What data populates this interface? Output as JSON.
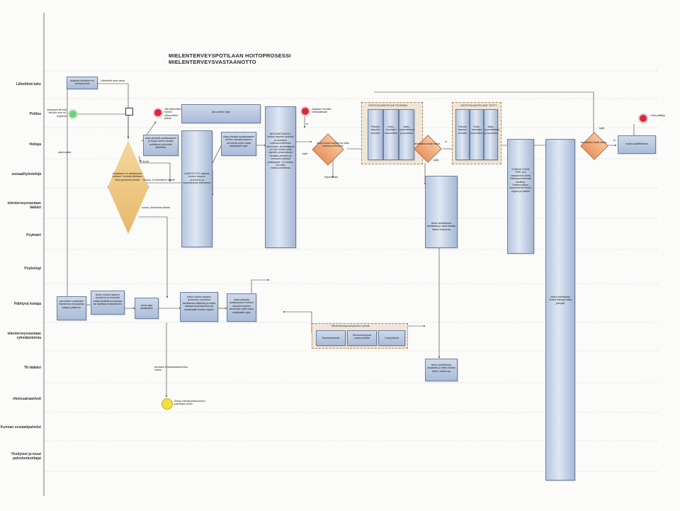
{
  "diagram": {
    "title_line1": "MIELENTERVEYSPOTILAAN HOITOPROSESSI",
    "title_line2": "MIELENTERVEYSVASTAANOTTO",
    "lanes": [
      "Lähettävä taho",
      "Potilas",
      "Hoitaja",
      "Sosiaalityöntekijä",
      "Mielenterveysvastaanoton lääkäri",
      "Psykiatri",
      "Psykologi",
      "Päihtyvä hoitaja",
      "Mielenterveysvastaanoton ryhmätoiminta",
      "TK-lääkäri",
      "Erikoissairaanhoito",
      "Kunnan sosiaalipalvelut",
      "Yksityiset ja muut palveluntuottajat"
    ],
    "lane_labels_visible": [
      "Lähettävä taho",
      "Potilas",
      "Hoitaja",
      "sosiaalityöntekijä",
      "ielenterveysvastaan lääkäri",
      "Psykiatri",
      "Psykologi",
      "Päihtyvä hoitaja",
      "ielenterveysvastaan ryhmätoiminta",
      "TK-lääkäri",
      "rikoissairaanhoit",
      "Kunnan sosiaalipalvelut",
      "Yksityiset ja muut palveluntuottajat"
    ],
    "nodes": {
      "referral_box": "kirjoittaa lähetteen mt vastaanotolle",
      "referral_sent": "Lähetteitä tulee ainas",
      "patient_contact": "asiakas/a ait tulla tai jolla muu mt-ongelma",
      "nurse_note": "aika/muista",
      "decision_main": "Asiakkaan mt-vastaanoton kohteen? Arvioita lähtöisen kuka prosessin johtaa",
      "dec_yes": "ei kuulu",
      "dec_kuuluu": "Kuuluu, ei-kiireellinen lähete",
      "dec_kiireellinen": "kuuluu, kiireellinen lähete",
      "end_patient_top": "Jää säännöllinen hoidon ulkopuolelle, jatkaa",
      "nurse_contact_box": "ottaa yhteyttä asiakkaaseen ja kirjaa hänet odottaa puhelimen palvelulle lähettävä",
      "patient_appointment": "saa varatun ajan",
      "lahetetyo": "LÄHETETYÖ: asiakas hoidon tarpeen arvioinnin ja suunnitelman tekeminen",
      "nurse_call_box": "ottaa yhteyttä asiakkaaseen tehden samalla tarpeen arvioinnin sekä varaa asiakkaalle ajan",
      "arviointi_box": "ARVIOINTIJAKSO: hoidon tarpeen arviointi ja alustava hoitosuunnitelman tekeminen. Arviointijakso on noin kolme-neljä käyntiä, jonka aikana tehdään perheen ja verkoston kanssa yhteistyötä. 1-5 kertaa. Arvioida hoitosuunnitelma",
      "decision_arviointi": "arvioi hoidon tarpeet ja ottaa hoitosuunnitelman",
      "end_arviointi": "ohjataan muualle hoitopaikkaan",
      "ei_label": "ei",
      "kylla_label": "kyllä",
      "decision_treatment": "tarvitaanko tutkimusta ja hoitoa seurantaa",
      "ryhmahoito": "Ryhmähoito",
      "hoito_group1_title": "HOITOSUUNNITELMA TEHDÄÄN",
      "hoito_group1": [
        "Palvelu tarpeen arviointi",
        "Hoito-muotojen suunnittelu",
        "Jatko-suunnitelman ja seuranta"
      ],
      "decision_more": "tarvitaanko lisää hoitoa",
      "hoito_group2_title": "HOITOSUUNNITELMAT TEHTY",
      "hoito_group2": [
        "Palvelu tarpeen arviointi",
        "Hoito-muotojen suunnittelu",
        "Jatko-suunnitelman ja seuranta"
      ],
      "decision_end": "tarvitaanko lisää hoitoa",
      "konsultointi": "KONSULTOIVA TIIMI: (mt-vastaanoton tiimi) Hoitosuunnitelman käsittely, Palveluohjaus, kuntouttavat toimet, ohjaus ja päätös",
      "end_right": "Hoito päättyy",
      "end_right_box": "hoidon päättäminen",
      "psyk_box": "tekee tarvittaessa asiakasta ja ottaa kantaa hänen hoitoonsa",
      "tk_box": "tekee tarvittaessa asiakasta ja ottaa kantaa hänen hoitoonsa",
      "paihde_nurse1": "saa tulleen asiakkaan tilanteensa tai asiakas saapuu pakkoon",
      "paihde_nurse2": "tekee hoidon tarpeen arvioinnin ja konsultoi muita tarvittaessa kanssa tai lopettaa konsultoinnin",
      "paihde_appt": "varaa ajan asiakkaalle",
      "paihde_treat": "tekee hoidon tarpeen arvioinnin, konsultoi tarvittaessa lääkäriä ja hoitaa alakaan suunnitelman tai asiakkaalle hoidon ohjaus",
      "paihde_call": "ottaa yhteyttä asiakkaaseen tehden samalla tarpeen arvioinnin sekä varaa asiakkaalle ajan",
      "big_column": "tekee yhteistyötä hoidon kanssa ottaa yhteyttä",
      "ryhma_group": [
        "Depressiokoulu",
        "Rentoutusryhmä masentuneille",
        "Lukuyhtymä"
      ],
      "ryhma_title": "Mielenterveysvastaanoton ryhmiä",
      "tk_note": "tarvitaan erikoissairaanhoitoa hoitoa",
      "esh_end": "Siirtyy erikoissairaanhoidon palvelujen piiriin"
    }
  }
}
